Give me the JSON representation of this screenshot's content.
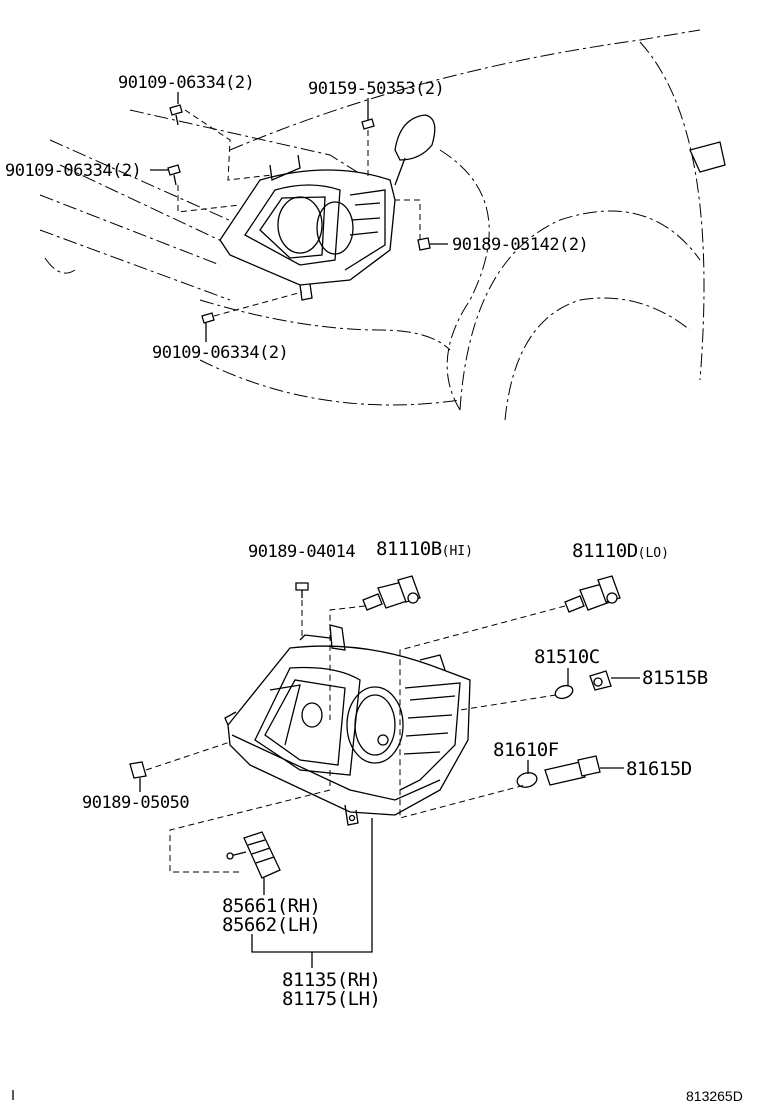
{
  "diagram_id": "813265D",
  "upper_view": {
    "labels": {
      "bolt_top": "90109-06334(2)",
      "bolt_left": "90109-06334(2)",
      "bolt_bottom": "90109-06334(2)",
      "screw_top": "90159-50353(2)",
      "clip_right": "90189-05142(2)"
    }
  },
  "lower_view": {
    "labels": {
      "screw_top": "90189-04014",
      "bulb_hi_code": "81110B",
      "bulb_hi_suffix": "(HI)",
      "bulb_lo_code": "81110D",
      "bulb_lo_suffix": "(LO)",
      "bulb_side": "81510C",
      "socket_side": "81515B",
      "bulb_turn": "81610F",
      "socket_turn": "81615D",
      "clip_left": "90189-05050",
      "actuator_rh": "85661(RH)",
      "actuator_lh": "85662(LH)",
      "assy_rh": "81135(RH)",
      "assy_lh": "81175(LH)"
    }
  }
}
